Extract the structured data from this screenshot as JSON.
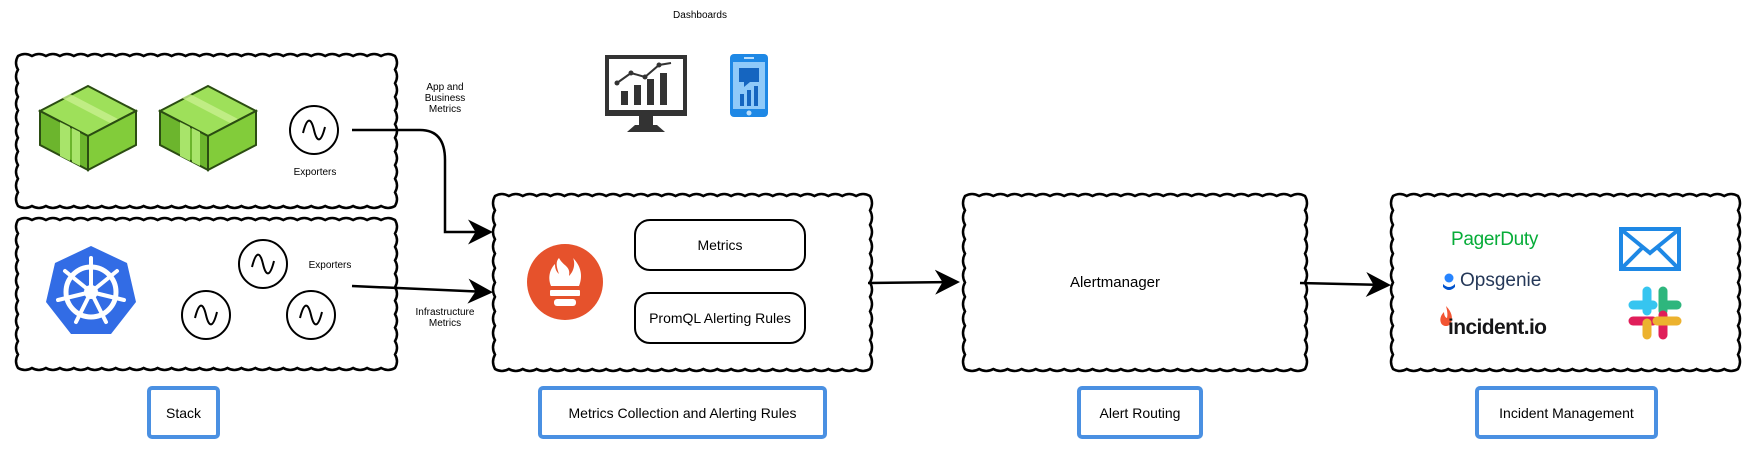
{
  "dashboards_label": "Dashboards",
  "flow": {
    "app_metrics_label": "App and\nBusiness\nMetrics",
    "infra_metrics_label": "Infrastructure\nMetrics"
  },
  "stack": {
    "exporters_top_label": "Exporters",
    "exporters_bottom_label": "Exporters"
  },
  "collection": {
    "metrics_label": "Metrics",
    "rules_label": "PromQL Alerting Rules"
  },
  "routing": {
    "alertmanager_label": "Alertmanager"
  },
  "incident": {
    "pagerduty_label": "PagerDuty",
    "opsgenie_label": "Opsgenie",
    "incidentio_label": "incident.io"
  },
  "stages": {
    "stack": "Stack",
    "collection": "Metrics Collection and Alerting Rules",
    "routing": "Alert Routing",
    "incident": "Incident Management"
  },
  "colors": {
    "stage_border": "#4a90e2",
    "prometheus": "#e6522c",
    "kubernetes": "#326ce5",
    "pagerduty": "#06ac38",
    "opsgenie": "#2684ff",
    "mail": "#1e88e5",
    "box_green": "#7ac943"
  }
}
